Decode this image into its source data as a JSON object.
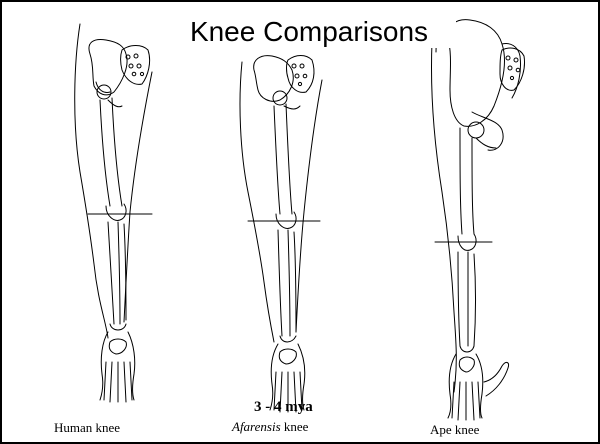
{
  "slide": {
    "title": "Knee Comparisons",
    "date_label": "3 - 4 mya"
  },
  "captions": {
    "human": "Human knee",
    "afarensis_italic": "Afarensis",
    "afarensis_rest": " knee",
    "ape": "Ape knee"
  },
  "colors": {
    "background": "#ffffff",
    "line": "#000000"
  }
}
